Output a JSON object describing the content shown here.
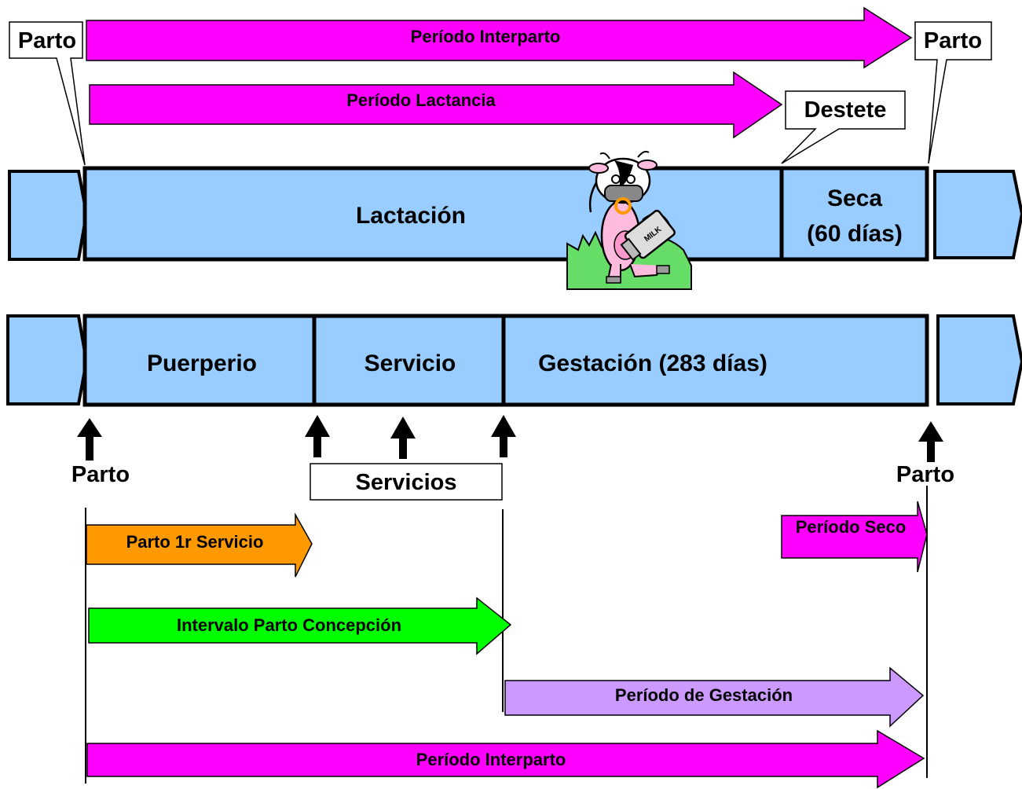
{
  "colors": {
    "magenta": "#FF00FF",
    "light_blue": "#99CCFF",
    "orange": "#FF9900",
    "green": "#00FF00",
    "lavender": "#CC99FF",
    "cow_grass": "#66DD66",
    "cow_pink": "#FFBBDD"
  },
  "top": {
    "arrow_interparto": "Período Interparto",
    "arrow_lactancia": "Período Lactancia",
    "callout_parto_left": "Parto",
    "callout_parto_right": "Parto",
    "callout_destete": "Destete"
  },
  "bar1": {
    "lactacion": "Lactación",
    "seca_line1": "Seca",
    "seca_line2": "(60 días)",
    "illustration": "cow-carrying-milk-can",
    "milk_can_label": "MILK"
  },
  "bar2": {
    "puerperio": "Puerperio",
    "servicio": "Servicio",
    "gestacion": "Gestación (283 días)"
  },
  "markers": {
    "parto_left": "Parto",
    "servicios": "Servicios",
    "parto_right": "Parto"
  },
  "intervals": {
    "parto_1r_servicio": "Parto 1r Servicio",
    "periodo_seco": "Período Seco",
    "intervalo_parto_concepcion": "Intervalo Parto Concepción",
    "periodo_gestacion": "Período de Gestación",
    "periodo_interparto": "Período Interparto"
  }
}
